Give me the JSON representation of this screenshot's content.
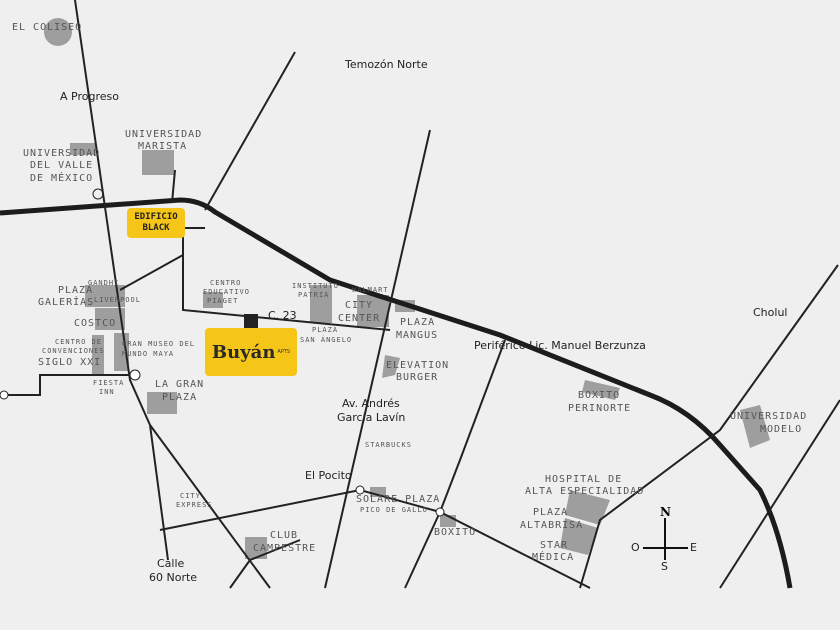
{
  "places": {
    "el_coliseo": "EL COLISEO",
    "temozon_norte": "Temozón Norte",
    "a_progreso": "A Progreso",
    "universidad_marista": [
      "UNIVERSIDAD",
      "MARISTA"
    ],
    "universidad_valle": [
      "UNIVERSIDAD",
      "DEL VALLE",
      "DE MÉXICO"
    ],
    "plaza_galerias": [
      "PLAZA",
      "GALERÍAS"
    ],
    "gandhi": "GANDHI",
    "liverpool": "LIVERPOOL",
    "costco": "COSTCO",
    "centro_convenciones": [
      "CENTRO DE",
      "CONVENCIONES",
      "SIGLO XXI"
    ],
    "gran_museo": [
      "GRAN MUSEO DEL",
      "MUNDO MAYA"
    ],
    "fiesta_inn": [
      "FIESTA",
      "INN"
    ],
    "la_gran_plaza": [
      "LA GRAN",
      "PLAZA"
    ],
    "centro_piaget": [
      "CENTRO",
      "EDUCATIVO",
      "PIAGET"
    ],
    "instituto_patria": [
      "INSTITUTO",
      "PATRIA"
    ],
    "walmart": "WALMART",
    "city_center": [
      "CITY",
      "CENTER"
    ],
    "plaza_mangus": [
      "PLAZA",
      "MANGUS"
    ],
    "plaza_san_angelo": [
      "PLAZA",
      "SAN ÁNGELO"
    ],
    "c23": "C. 23",
    "elevation_burger": [
      "ELEVATION",
      "BURGER"
    ],
    "av_andres": [
      "Av. Andrés",
      "García Lavín"
    ],
    "starbucks": "STARBUCKS",
    "periferico": "Periférico Lic. Manuel Berzunza",
    "boxito_perinorte": [
      "BOXITO",
      "PERINORTE"
    ],
    "cholul": "Cholul",
    "universidad_modelo": [
      "UNIVERSIDAD",
      "MODELO"
    ],
    "hospital": [
      "HOSPITAL DE",
      "ALTA ESPECIALIDAD"
    ],
    "plaza_altabrisa": [
      "PLAZA",
      "ALTABRISA"
    ],
    "star_medica": [
      "STAR",
      "MÉDICA"
    ],
    "boxito": "BOXITO",
    "solare_plaza": "SOLARE PLAZA",
    "pico_de_gallo": "PICO DE GALLO",
    "el_pocito": "El Pocito",
    "city_express": [
      "CITY",
      "EXPRESS"
    ],
    "club_campestre": [
      "CLUB",
      "CAMPESTRE"
    ],
    "calle_60": [
      "Calle",
      "60 Norte"
    ]
  },
  "highlights": {
    "edificio_black": [
      "EDIFICIO",
      "BLACK"
    ],
    "buyan": "Buyán",
    "buyan_sup": "APTS",
    "color": "#f5c518"
  },
  "compass": {
    "n": "N",
    "s": "S",
    "e": "E",
    "o": "O"
  }
}
